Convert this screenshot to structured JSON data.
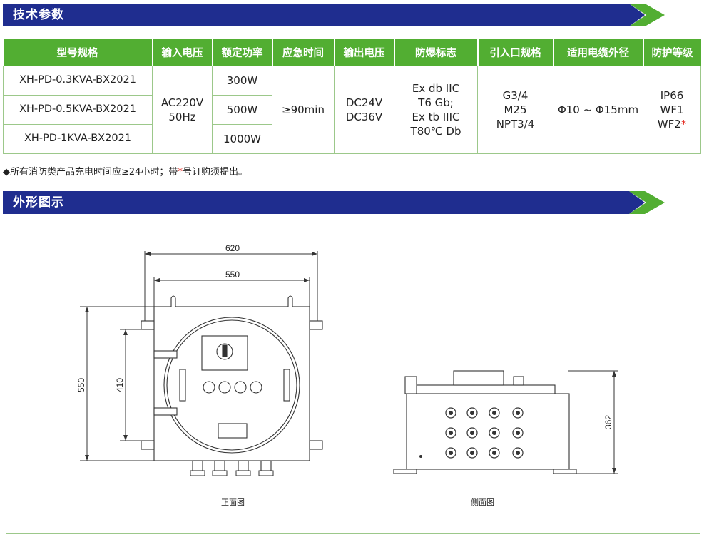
{
  "section1": {
    "title": "技术参数"
  },
  "table": {
    "headers": [
      "型号规格",
      "输入电压",
      "额定功率",
      "应急时间",
      "输出电压",
      "防爆标志",
      "引入口规格",
      "适用电缆外径",
      "防护等级"
    ],
    "models": [
      "XH-PD-0.3KVA-BX2021",
      "XH-PD-0.5KVA-BX2021",
      "XH-PD-1KVA-BX2021"
    ],
    "input_voltage": [
      "AC220V",
      "50Hz"
    ],
    "powers": [
      "300W",
      "500W",
      "1000W"
    ],
    "emergency_time": "≥90min",
    "output_voltage": [
      "DC24V",
      "DC36V"
    ],
    "ex_marking": [
      "Ex db IIC",
      "T6 Gb;",
      "Ex tb IIIC",
      "T80℃ Db"
    ],
    "entry_spec": [
      "G3/4",
      "M25",
      "NPT3/4"
    ],
    "cable_diameter": "Φ10 ~ Φ15mm",
    "protection": [
      "IP66",
      "WF1",
      "WF2"
    ],
    "protection_star": "*"
  },
  "note": {
    "prefix": "◆所有消防类产品充电时间应≥24小时；带",
    "star": "*",
    "suffix": "号订购须提出。"
  },
  "section2": {
    "title": "外形图示"
  },
  "front": {
    "dim_620": "620",
    "dim_550w": "550",
    "dim_550h": "550",
    "dim_410": "410",
    "caption": "正面图"
  },
  "side": {
    "dim_362": "362",
    "caption": "侧面图"
  },
  "colors": {
    "banner_blue": "#1f2d8f",
    "banner_green": "#52ae32",
    "table_border": "#9cc88a",
    "star_red": "#e3261c"
  }
}
